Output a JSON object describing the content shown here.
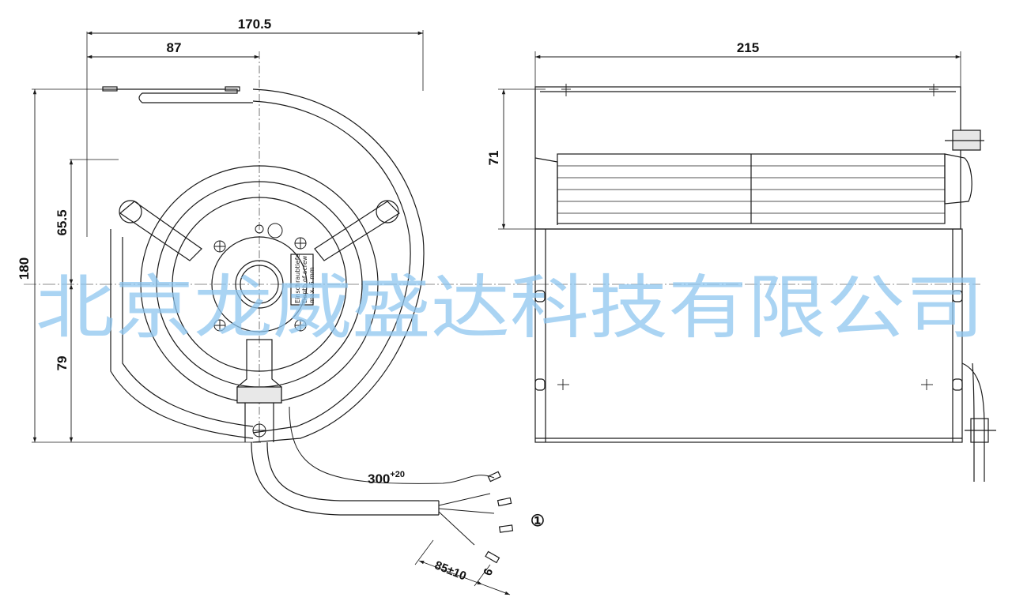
{
  "dimensions": {
    "front_width": "170.5",
    "front_half_width": "87",
    "front_height": "180",
    "upper_offset": "65.5",
    "lower_offset": "79",
    "side_width": "215",
    "side_height": "71",
    "cable_length": "300",
    "cable_tolerance": "+20",
    "lead_length": "85±10",
    "strip_length": "6"
  },
  "labels": {
    "reference_mark": "①",
    "label_line1": "Einschraubtiefe",
    "label_line2": "Depth of screw",
    "label_line3": "max. 6 mm"
  },
  "watermark": "北京龙威盛达科技有限公司",
  "colors": {
    "line": "#1a1a1a",
    "watermark": "#8ec6f0"
  }
}
